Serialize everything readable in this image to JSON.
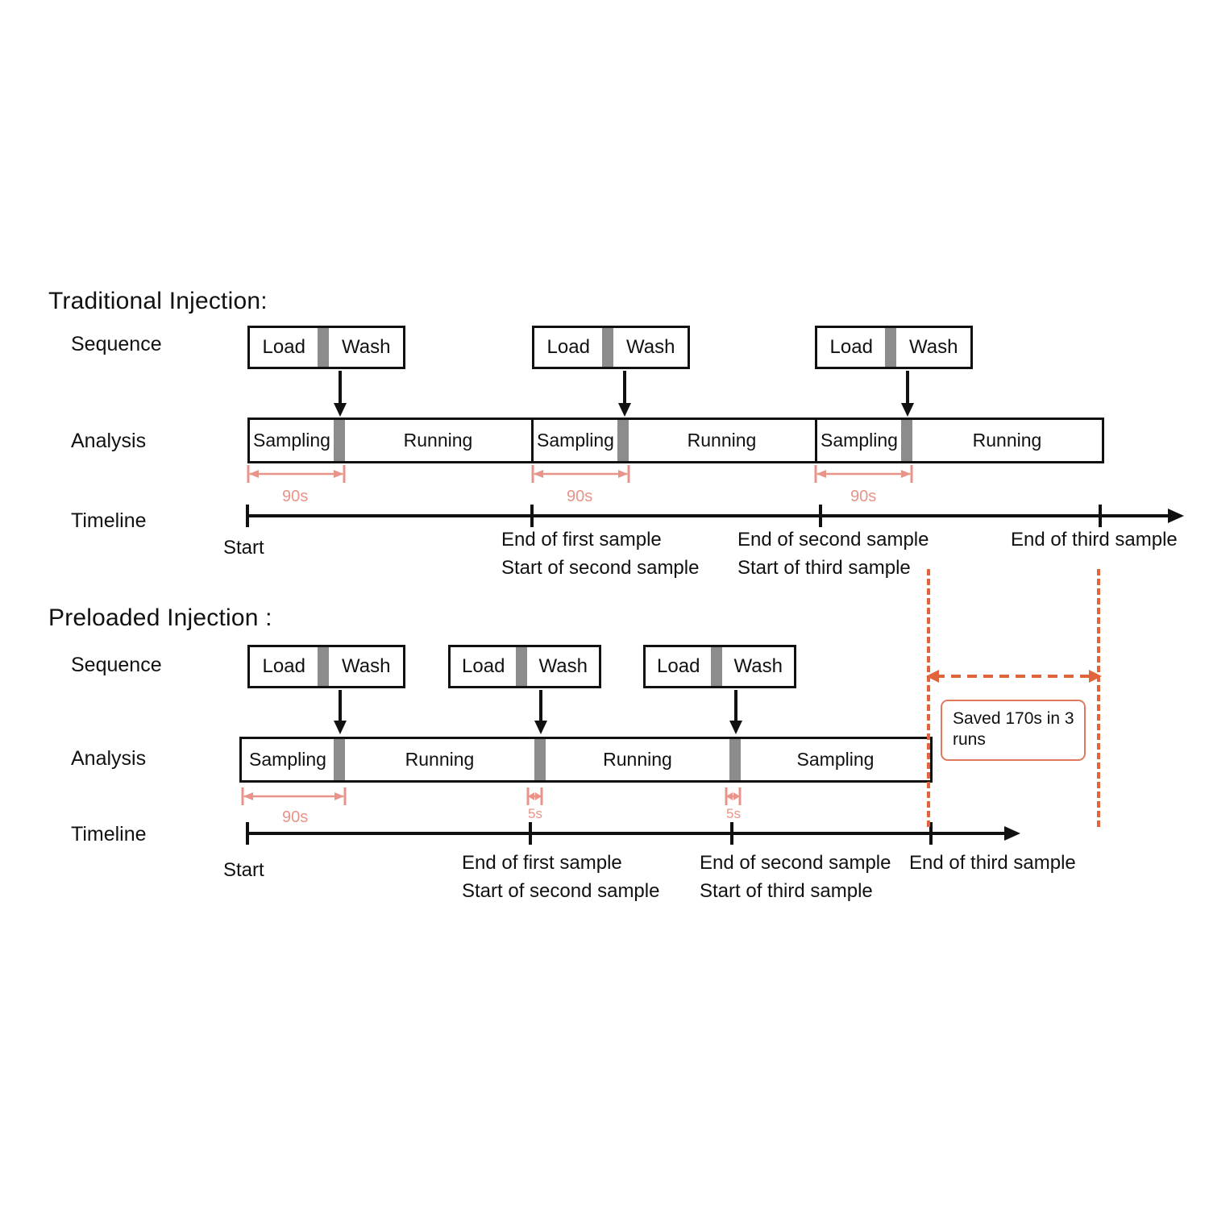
{
  "figure": {
    "colors": {
      "ink": "#111111",
      "separator_gray": "#8c8c8c",
      "measure_red": "#e8948a",
      "saved_orange": "#e2643c",
      "background": "#ffffff"
    }
  },
  "sections": [
    {
      "id": "traditional",
      "title": "Traditional Injection:",
      "row_labels": {
        "sequence": "Sequence",
        "analysis": "Analysis",
        "timeline": "Timeline"
      },
      "sequence_blocks": [
        {
          "load": "Load",
          "wash": "Wash"
        },
        {
          "load": "Load",
          "wash": "Wash"
        },
        {
          "load": "Load",
          "wash": "Wash"
        }
      ],
      "analysis_cells": [
        "Sampling",
        "Running",
        "Sampling",
        "Running",
        "Sampling",
        "Running"
      ],
      "measures": [
        {
          "label": "90s"
        },
        {
          "label": "90s"
        },
        {
          "label": "90s"
        }
      ],
      "timeline_labels": [
        {
          "lines": [
            "Start"
          ]
        },
        {
          "lines": [
            "End of first sample",
            "Start of second sample"
          ]
        },
        {
          "lines": [
            "End of second sample",
            "Start of third sample"
          ]
        },
        {
          "lines": [
            "End of third sample"
          ]
        }
      ]
    },
    {
      "id": "preloaded",
      "title": "Preloaded Injection :",
      "row_labels": {
        "sequence": "Sequence",
        "analysis": "Analysis",
        "timeline": "Timeline"
      },
      "sequence_blocks": [
        {
          "load": "Load",
          "wash": "Wash"
        },
        {
          "load": "Load",
          "wash": "Wash"
        },
        {
          "load": "Load",
          "wash": "Wash"
        }
      ],
      "analysis_cells": [
        "Sampling",
        "Running",
        "Running",
        "Sampling"
      ],
      "measures": [
        {
          "label": "90s"
        },
        {
          "label": "5s"
        },
        {
          "label": "5s"
        }
      ],
      "timeline_labels": [
        {
          "lines": [
            "Start"
          ]
        },
        {
          "lines": [
            "End of first sample",
            "Start of second sample"
          ]
        },
        {
          "lines": [
            "End of second sample",
            "Start of third sample"
          ]
        },
        {
          "lines": [
            "End of third sample"
          ]
        }
      ]
    }
  ],
  "savings": {
    "text": "Saved 170s in 3 runs"
  }
}
